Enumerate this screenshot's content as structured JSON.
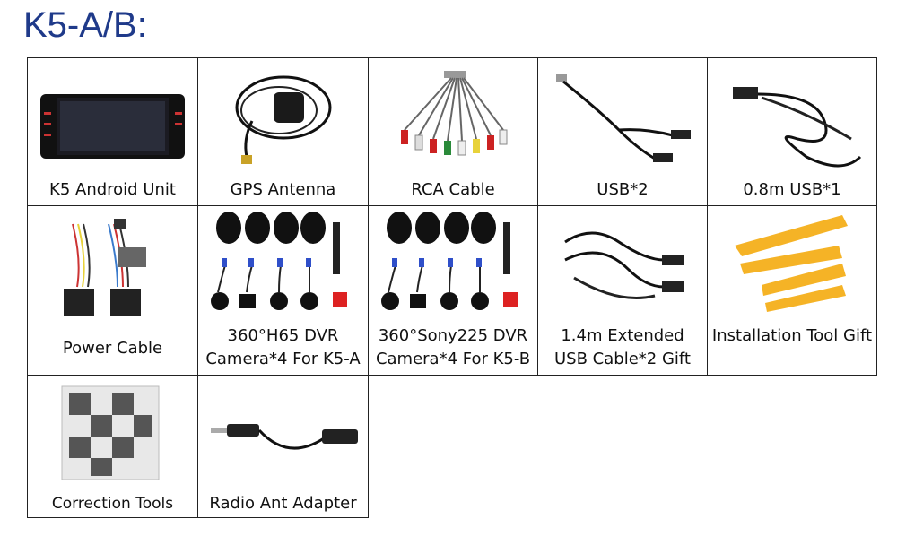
{
  "title": "K5-A/B:",
  "items": [
    {
      "label": "K5 Android Unit",
      "icon": "android-unit-icon"
    },
    {
      "label": "GPS Antenna",
      "icon": "gps-antenna-icon"
    },
    {
      "label": "RCA Cable",
      "icon": "rca-cable-icon"
    },
    {
      "label": "USB*2",
      "icon": "usb-cable-icon"
    },
    {
      "label": "0.8m USB*1",
      "icon": "usb-cable-icon"
    },
    {
      "label": "Power Cable",
      "icon": "power-cable-icon"
    },
    {
      "label": "360°H65 DVR",
      "label2": "Camera*4 For K5-A",
      "icon": "dvr-camera-kit-icon"
    },
    {
      "label": "360°Sony225 DVR",
      "label2": "Camera*4 For K5-B",
      "icon": "dvr-camera-kit-icon"
    },
    {
      "label": "1.4m Extended",
      "label2": "USB Cable*2 Gift",
      "icon": "extended-usb-cable-icon"
    },
    {
      "label": "Installation Tool Gift",
      "icon": "pry-tool-icon"
    },
    {
      "label": "Correction Tools",
      "icon": "calibration-cloth-icon"
    },
    {
      "label": "Radio Ant Adapter",
      "icon": "radio-adapter-icon"
    }
  ]
}
